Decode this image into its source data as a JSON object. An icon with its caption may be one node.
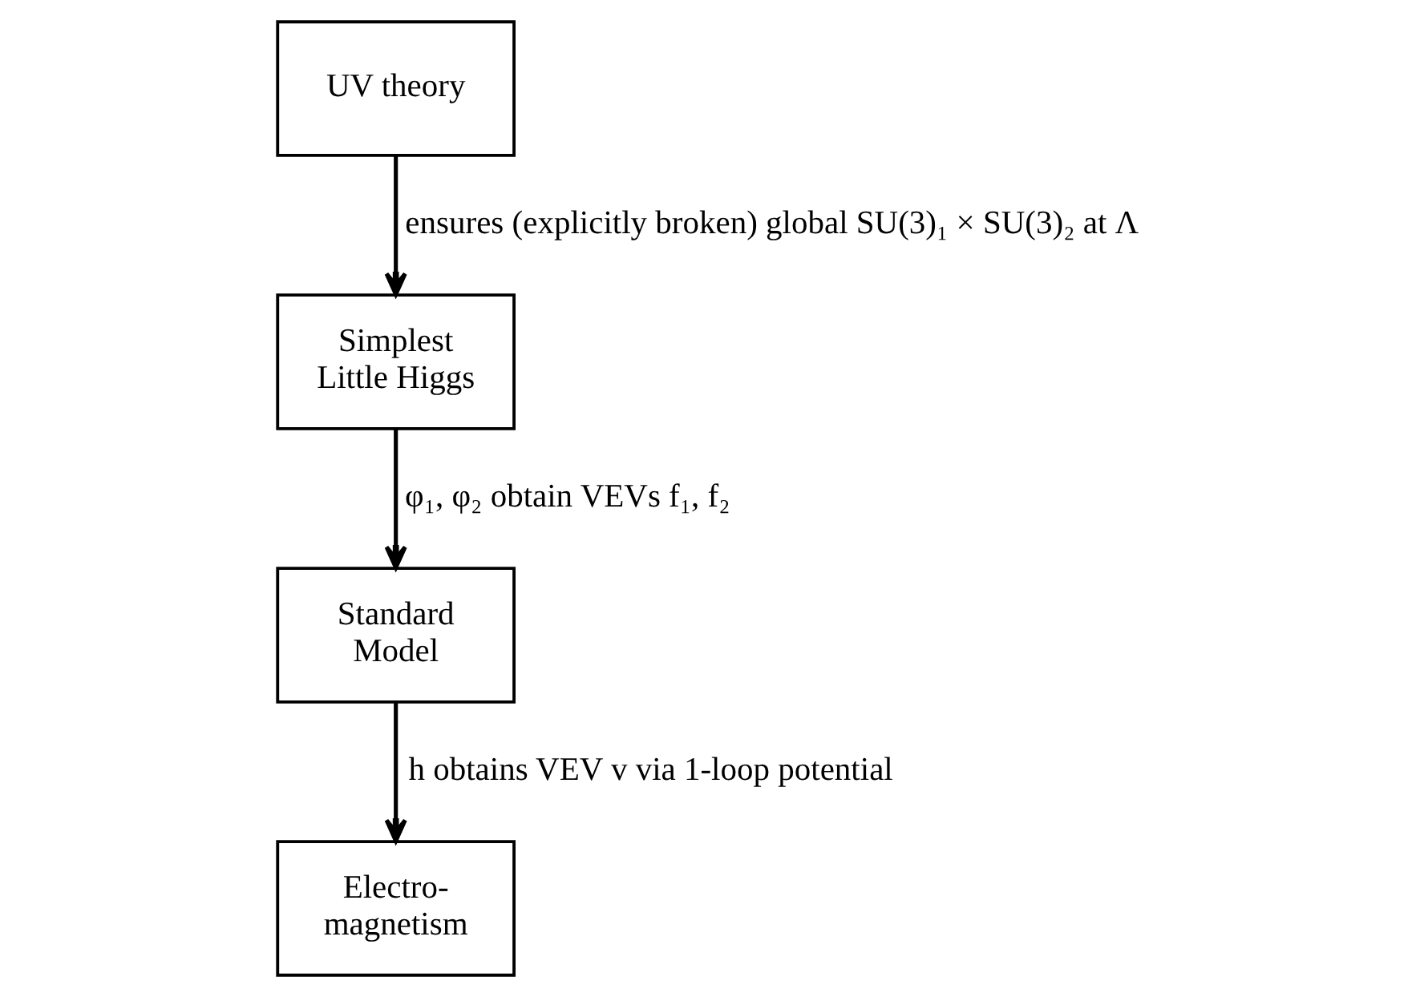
{
  "diagram": {
    "nodes": [
      {
        "text": [
          "UV theory"
        ]
      },
      {
        "text": [
          "Simplest Little Higgs"
        ]
      },
      {
        "text": [
          "Standard Model"
        ]
      },
      {
        "text": [
          "Electro- magnetism"
        ]
      }
    ],
    "edges": [
      {
        "from": 0,
        "to": 1,
        "arrow": "to",
        "label": "ensures (explicitly broken) global SU(3)₁ × SU(3)₂ at Λ"
      },
      {
        "from": 1,
        "to": 2,
        "arrow": "to",
        "label": "φ₁, φ₂ obtain VEVs f₁, f₂"
      },
      {
        "from": 2,
        "to": 3,
        "arrow": "to",
        "label": "h obtains VEV v via 1-loop potential"
      }
    ]
  }
}
